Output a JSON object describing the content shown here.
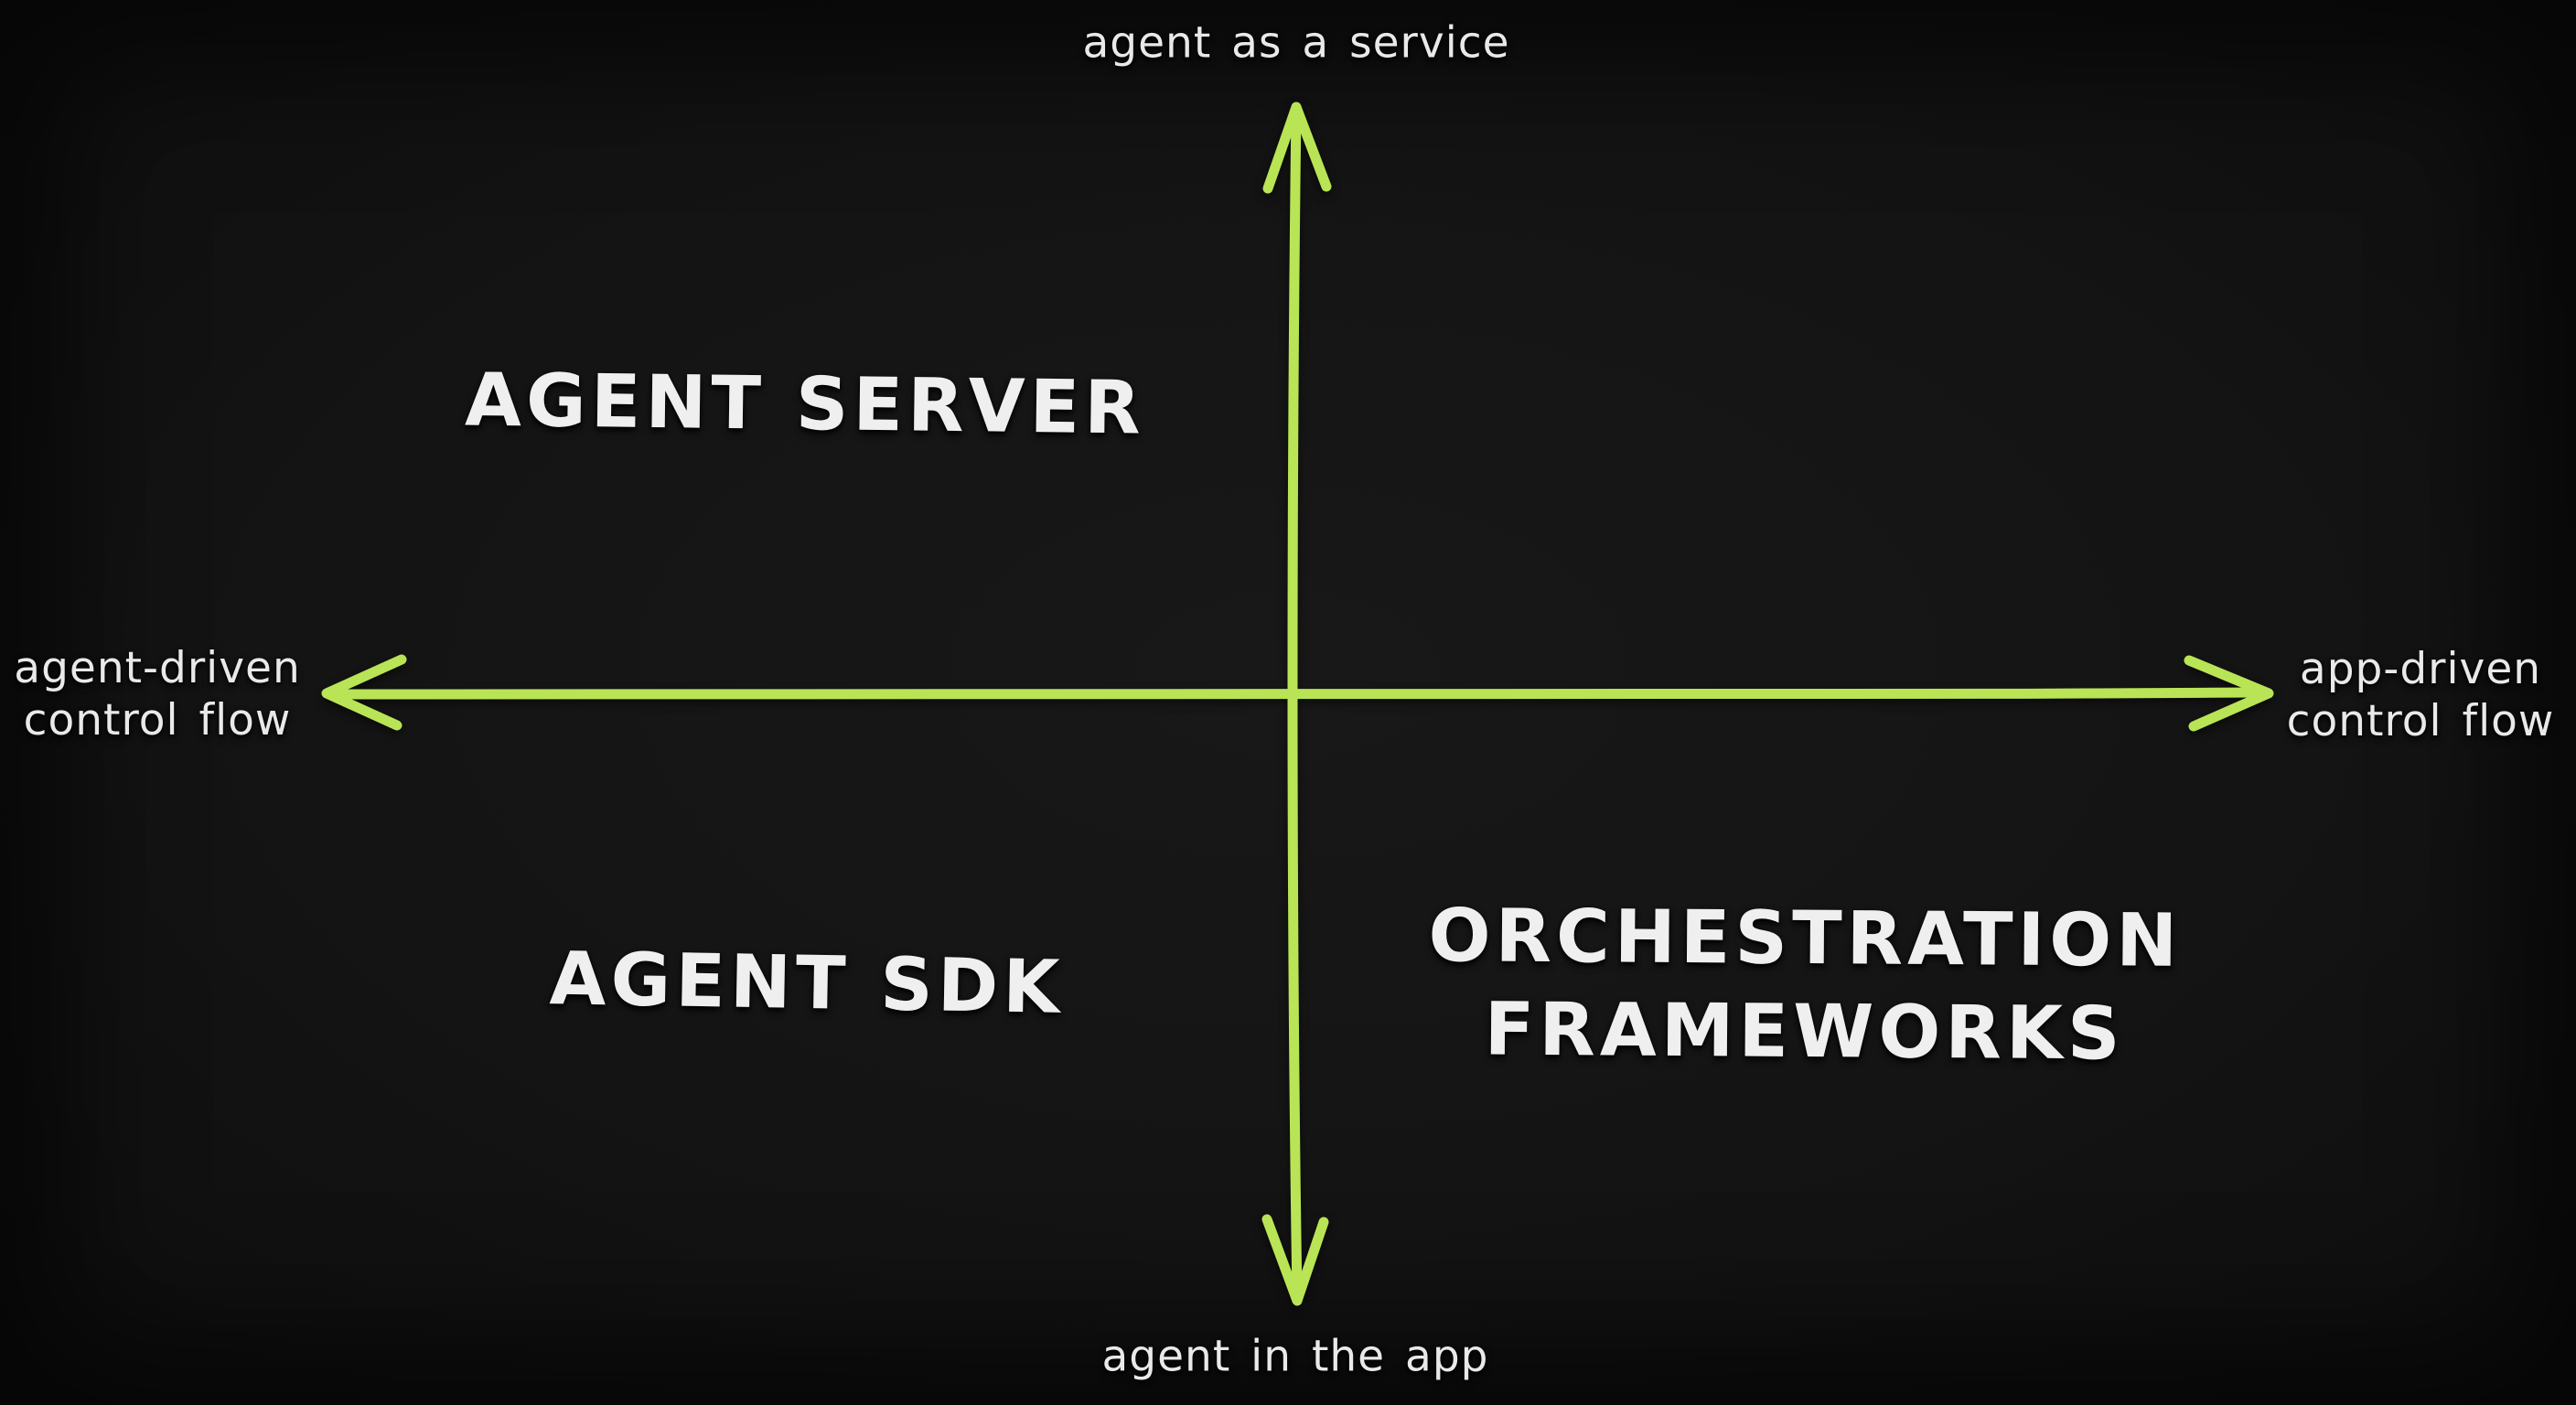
{
  "colors": {
    "background": "#141414",
    "axis": "#b9e455",
    "text": "#ececec"
  },
  "axis_labels": {
    "top": "agent as a service",
    "bottom": "agent in the app",
    "left": [
      "agent-driven",
      "control flow"
    ],
    "right": [
      "app-driven",
      "control flow"
    ]
  },
  "quadrants": {
    "top_left": {
      "label": "AGENT SERVER"
    },
    "top_right": {
      "label": ""
    },
    "bottom_left": {
      "label": "AGENT SDK"
    },
    "bottom_right": {
      "label_line1": "ORCHESTRATION",
      "label_line2": "FRAMEWORKS"
    }
  }
}
